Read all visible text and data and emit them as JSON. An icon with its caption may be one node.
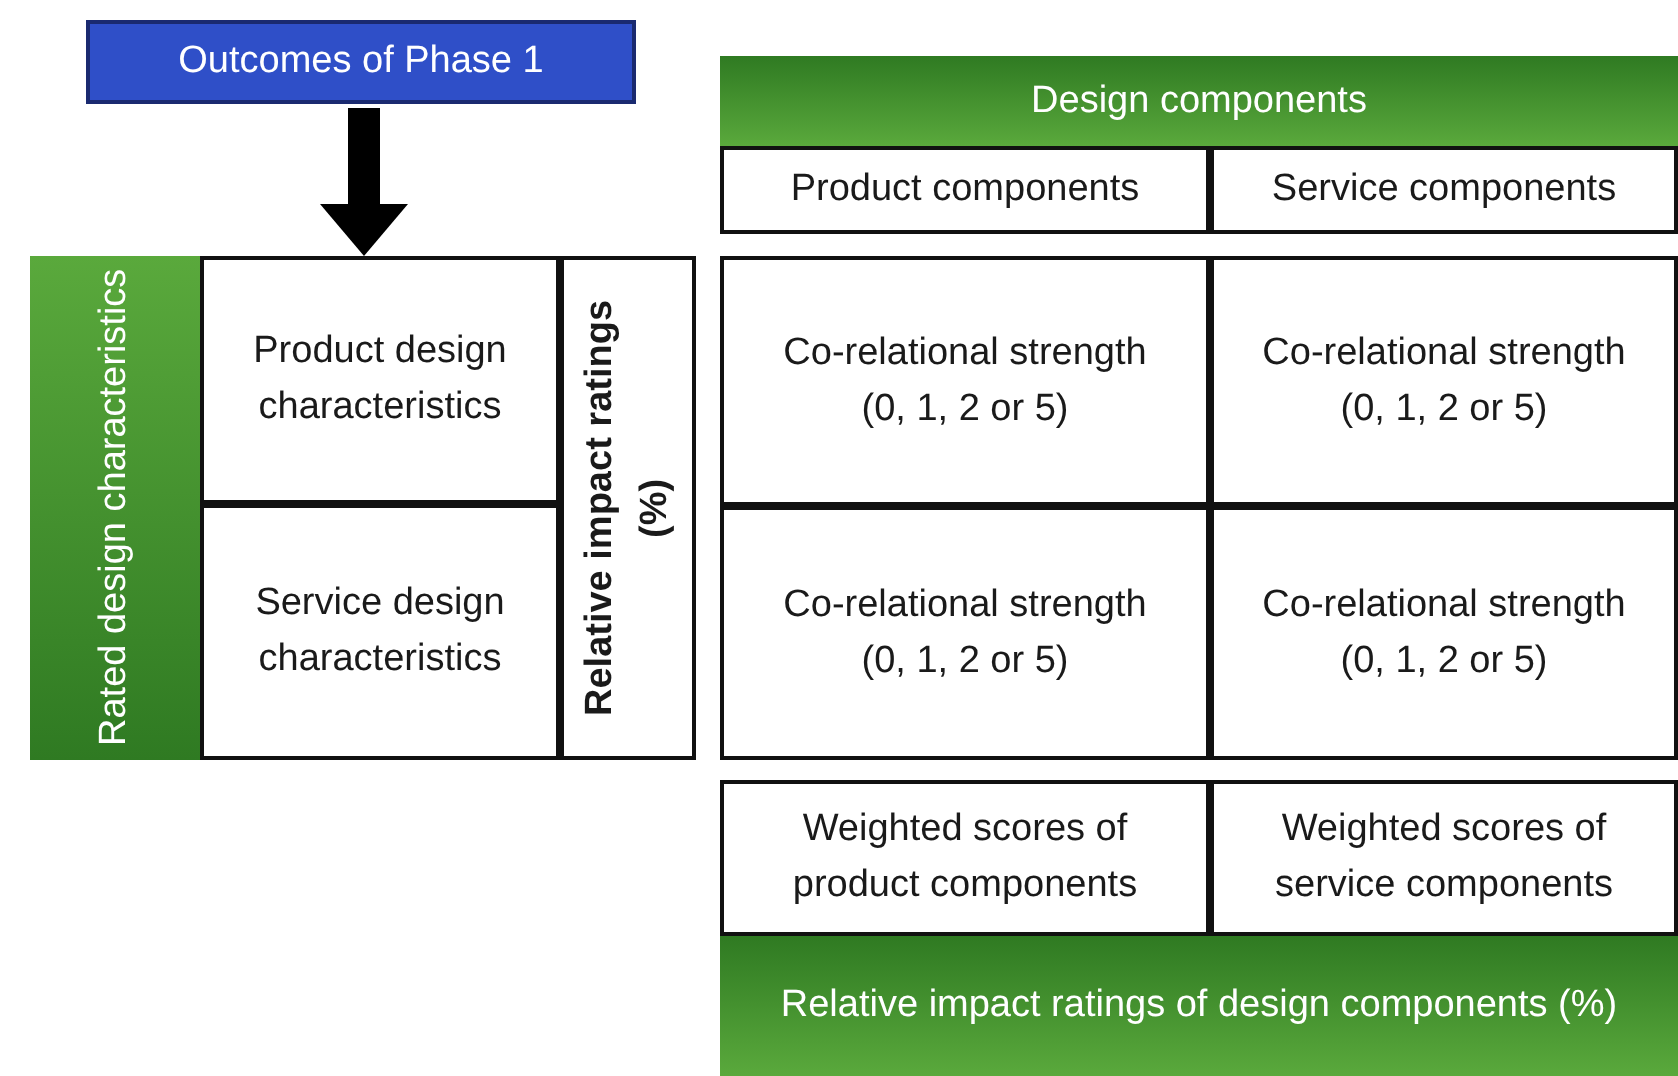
{
  "diagram": {
    "nodes": [
      {
        "text": [
          "Outcomes of Phase 1"
        ]
      },
      {
        "text": [
          "Design components"
        ]
      },
      {
        "text": [
          "Product components"
        ]
      },
      {
        "text": [
          "Service components"
        ]
      },
      {
        "text": [
          "Rated design characteristics"
        ]
      },
      {
        "text": [
          "Product design characteristics"
        ]
      },
      {
        "text": [
          "Service design characteristics"
        ]
      },
      {
        "text": [
          "Relative impact ratings (%)"
        ]
      },
      {
        "text": [
          "Co-relational strength (0, 1, 2 or 5)"
        ]
      },
      {
        "text": [
          "Co-relational strength (0, 1, 2 or 5)"
        ]
      },
      {
        "text": [
          "Co-relational strength (0, 1, 2 or 5)"
        ]
      },
      {
        "text": [
          "Co-relational strength (0, 1, 2 or 5)"
        ]
      },
      {
        "text": [
          "Weighted scores of product components"
        ]
      },
      {
        "text": [
          "Weighted scores of service components"
        ]
      },
      {
        "text": [
          "Relative impact ratings of design components (%)"
        ]
      }
    ],
    "edges": [
      {
        "from": 0,
        "to": 5,
        "arrow": "to"
      }
    ]
  }
}
